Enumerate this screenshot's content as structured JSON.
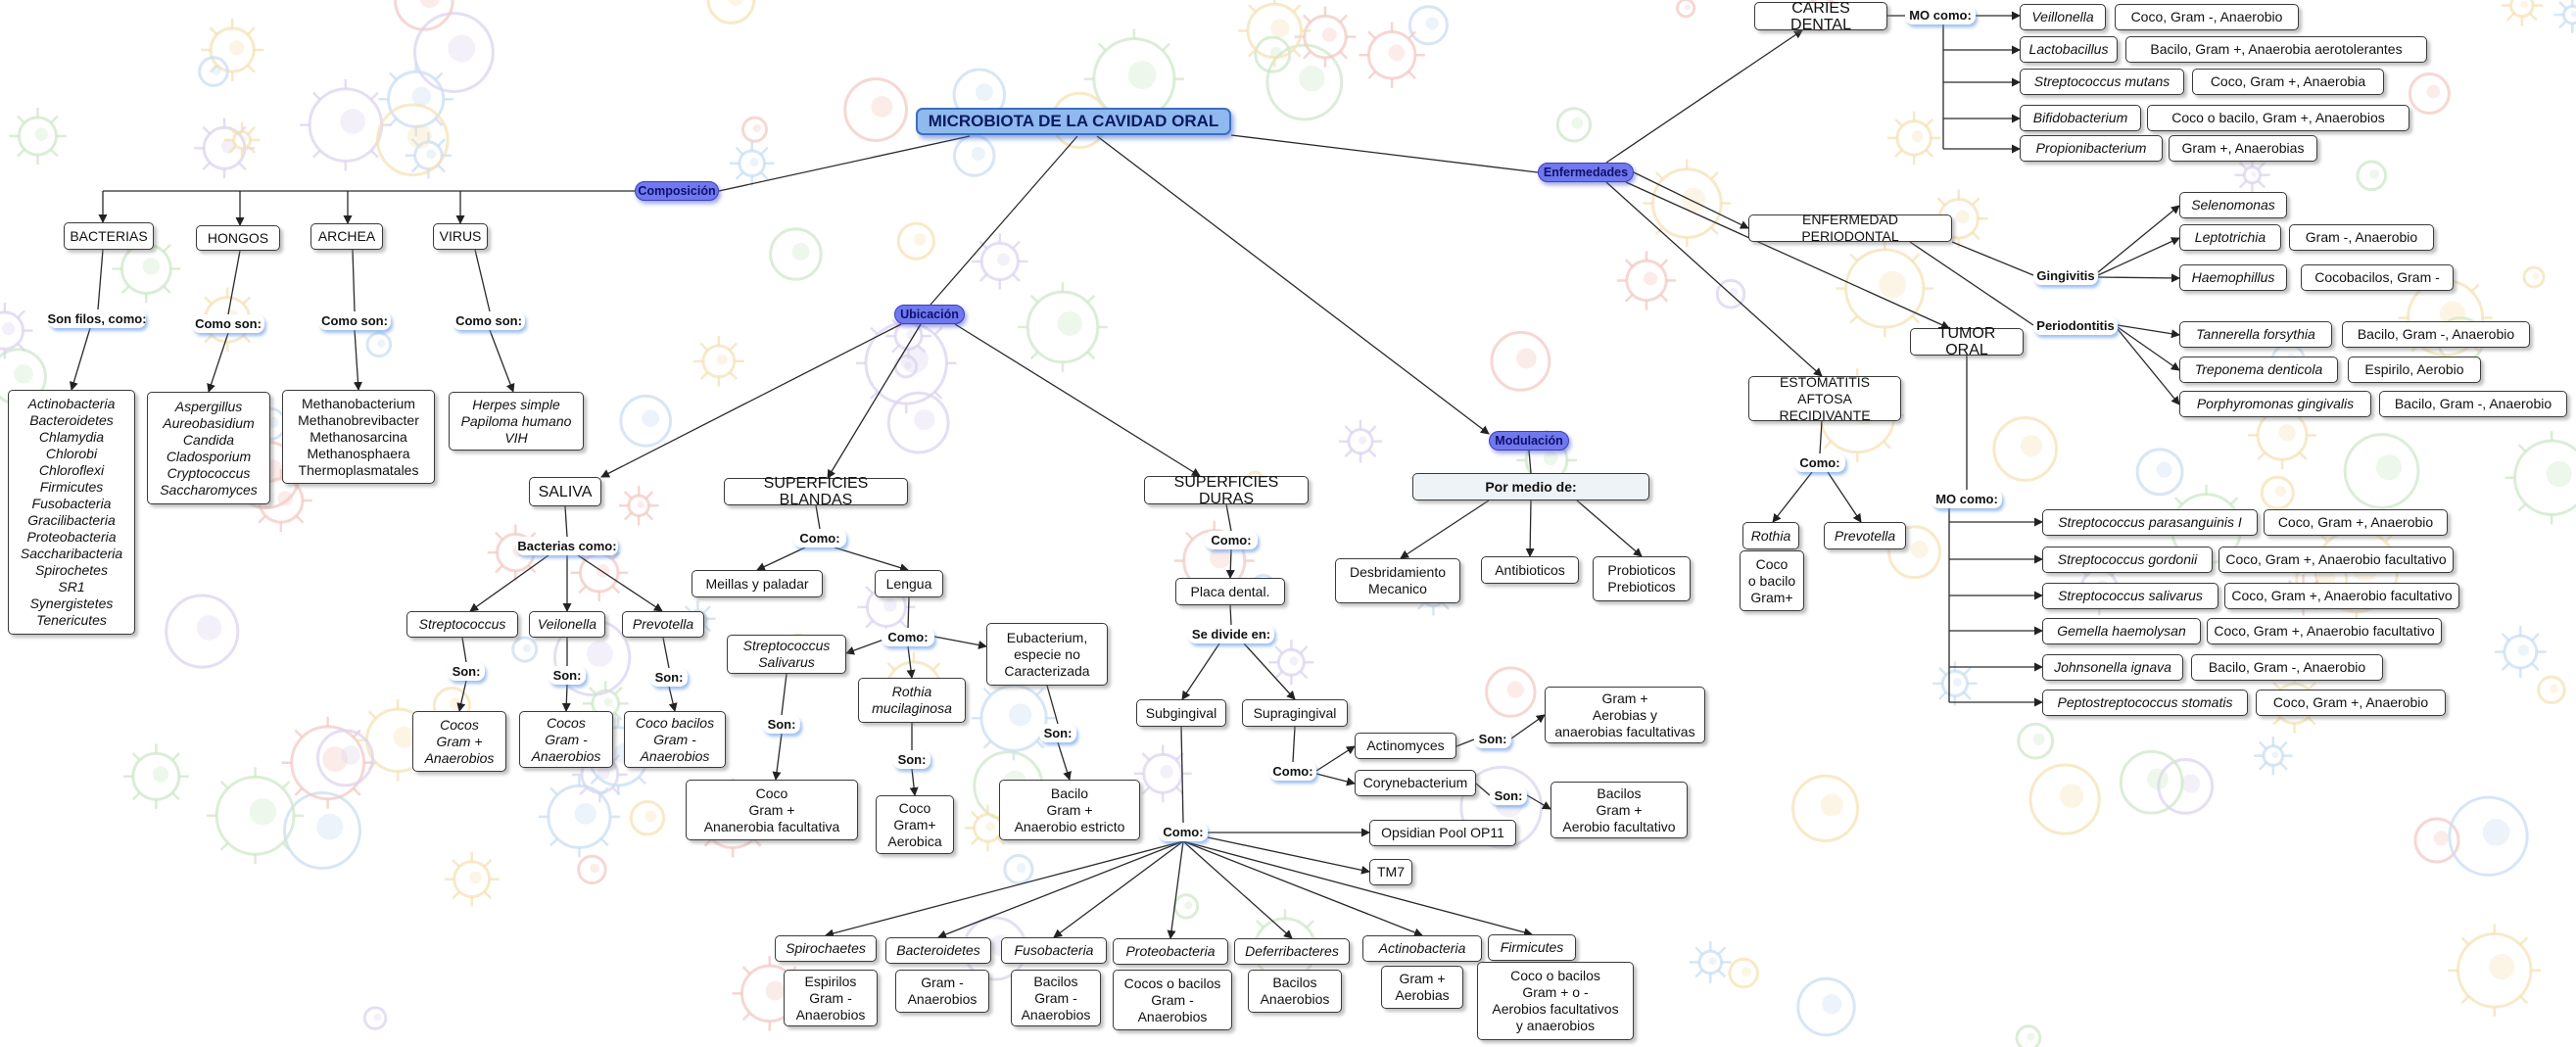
{
  "title": "MICROBIOTA DE LA  CAVIDAD ORAL",
  "colors": {
    "pill": "#6f78ee",
    "title": "#8fb9ef",
    "link": "#2a2a2a"
  },
  "pills": {
    "composicion": "Composición",
    "ubicacion": "Ubicación",
    "modulacion": "Modulación",
    "enfermedades": "Enfermedades"
  },
  "composicion": {
    "bacterias": "BACTERIAS",
    "hongos": "HONGOS",
    "archea": "ARCHEA",
    "virus": "VIRUS",
    "link_bacterias": "Son filos, como:",
    "link_hongos": "Como son:",
    "link_archea": "Como son:",
    "link_virus": "Como son:",
    "bacterias_list": "Actinobacteria\nBacteroidetes\nChlamydia\nChlorobi\nChloroflexi\nFirmicutes\nFusobacteria\nGracilibacteria\nProteobacteria\nSaccharibacteria\nSpirochetes\nSR1\nSynergistetes\nTenericutes",
    "hongos_list": "Aspergillus\nAureobasidium\nCandida\nCladosporium\nCryptococcus\nSaccharomyces",
    "archea_list": "Methanobacterium\nMethanobrevibacter\nMethanosarcina\nMethanosphaera\nThermoplasmatales",
    "virus_list": "Herpes simple\nPapiloma humano\nVIH"
  },
  "saliva": {
    "label": "SALIVA",
    "link": "Bacterias como:",
    "strep": "Streptococcus",
    "veil": "Veilonella",
    "prev": "Prevotella",
    "son1": "Son:",
    "son2": "Son:",
    "son3": "Son:",
    "strep_desc": "Cocos\nGram +\nAnaerobios",
    "veil_desc": "Cocos\nGram -\nAnaerobios",
    "prev_desc": "Coco bacilos\nGram -\nAnaerobios"
  },
  "blandas": {
    "label": "SUPERFICIES BLANDAS",
    "como": "Como:",
    "meillas": "Meillas y paladar",
    "lengua": "Lengua",
    "como2": "Como:",
    "strep_sal": "Streptococcus\nSalivarus",
    "eubact": "Eubacterium,\nespecie no\nCaracterizada",
    "rothia": "Rothia\nmucilaginosa",
    "son_a": "Son:",
    "son_b": "Son:",
    "son_c": "Son:",
    "strep_sal_desc": "Coco\nGram +\nAnanerobia facultativa",
    "rothia_desc": "Coco\nGram+\nAerobica",
    "eubact_desc": "Bacilo\nGram +\nAnaerobio estricto"
  },
  "duras": {
    "label": "SUPERFICIES DURAS",
    "como": "Como:",
    "placa": "Placa dental.",
    "divide": "Se divide en:",
    "sub": "Subgingival",
    "supra": "Supragingival",
    "como_supra": "Como:",
    "actino": "Actinomyces",
    "coryne": "Corynebacterium",
    "son_actino": "Son:",
    "son_coryne": "Son:",
    "actino_desc": "Gram +\nAerobias y\nanaerobias facultativas",
    "coryne_desc": "Bacilos\nGram +\nAerobio facultativo",
    "como_sub": "Como:",
    "opsidian": "Opsidian Pool OP11",
    "tm7": "TM7",
    "phyla": [
      "Spirochaetes",
      "Bacteroidetes",
      "Fusobacteria",
      "Proteobacteria",
      "Deferribacteres",
      "Actinobacteria",
      "Firmicutes"
    ],
    "phyla_desc": [
      "Espirilos\nGram -\nAnaerobios",
      "Gram -\nAnaerobios",
      "Bacilos\nGram -\nAnaerobios",
      "Cocos o bacilos\nGram -\nAnaerobios",
      "Bacilos\nAnaerobios",
      "Gram +\nAerobias",
      "Coco o bacilos\nGram + o -\nAerobios facultativos\ny anaerobios"
    ]
  },
  "modulacion": {
    "por_medio": "Por medio de:",
    "desb": "Desbridamiento\nMecanico",
    "antib": "Antibioticos",
    "probio": "Probioticos\nPrebioticos"
  },
  "enfermedades": {
    "caries": "CARIES DENTAL",
    "mo_caries": "MO como:",
    "caries_items": [
      {
        "name": "Veillonella",
        "desc": "Coco, Gram -, Anaerobio"
      },
      {
        "name": "Lactobacillus",
        "desc": "Bacilo, Gram +, Anaerobia aerotolerantes"
      },
      {
        "name": "Streptococcus mutans",
        "desc": "Coco, Gram +, Anaerobia"
      },
      {
        "name": "Bifidobacterium",
        "desc": "Coco o bacilo, Gram +, Anaerobios"
      },
      {
        "name": "Propionibacterium",
        "desc": "Gram +, Anaerobias"
      }
    ],
    "perio": "ENFERMEDAD PERIODONTAL",
    "gingivitis": "Gingivitis",
    "periodontitis": "Periodontitis",
    "ging_items": [
      {
        "name": "Selenomonas",
        "desc": ""
      },
      {
        "name": "Leptotrichia",
        "desc": "Gram -, Anaerobio"
      },
      {
        "name": "Haemophillus",
        "desc": "Cocobacilos, Gram -"
      }
    ],
    "perio_items": [
      {
        "name": "Tannerella forsythia",
        "desc": "Bacilo, Gram -, Anaerobio"
      },
      {
        "name": "Treponema denticola",
        "desc": "Espirilo, Aerobio"
      },
      {
        "name": "Porphyromonas gingivalis",
        "desc": "Bacilo, Gram -, Anaerobio"
      }
    ],
    "tumor": "TUMOR ORAL",
    "mo_tumor": "MO como:",
    "tumor_items": [
      {
        "name": "Streptococcus parasanguinis I",
        "desc": "Coco, Gram +, Anaerobio"
      },
      {
        "name": "Streptococcus gordonii",
        "desc": "Coco, Gram +, Anaerobio facultativo"
      },
      {
        "name": "Streptococcus salivarus",
        "desc": "Coco, Gram +, Anaerobio facultativo"
      },
      {
        "name": "Gemella haemolysan",
        "desc": "Coco, Gram +, Anaerobio facultativo"
      },
      {
        "name": "Johnsonella ignava",
        "desc": "Bacilo, Gram -, Anaerobio"
      },
      {
        "name": "Peptostreptococcus stomatis",
        "desc": "Coco, Gram +, Anaerobio"
      }
    ],
    "estomatitis": "ESTOMATITIS AFTOSA\nRECIDIVANTE",
    "como_esto": "Como:",
    "rothia": "Rothia",
    "prevotella": "Prevotella",
    "rothia_desc": "Coco\no bacilo\nGram+"
  }
}
